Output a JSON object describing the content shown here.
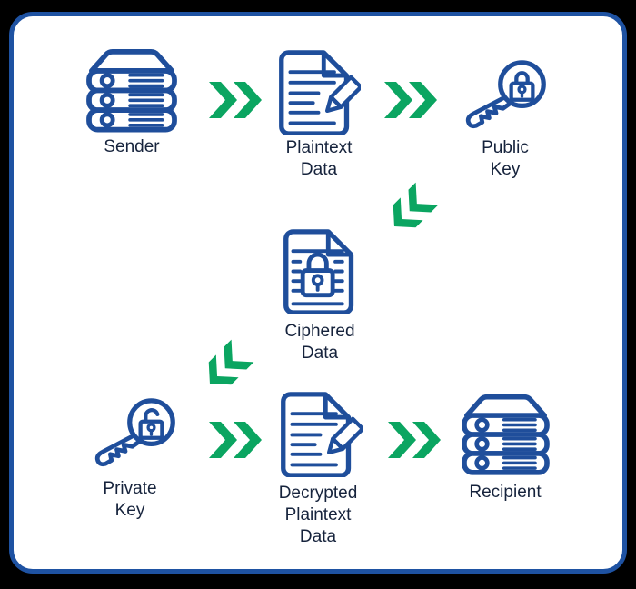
{
  "title": "Asymmetric encryption flow diagram",
  "colors": {
    "background": "#000000",
    "panel": "#ffffff",
    "frame_blue": "#1e52a2",
    "icon_blue": "#1f4e9b",
    "arrow_green": "#0ba561",
    "label_navy": "#16233c"
  },
  "nodes": [
    {
      "id": "sender",
      "icon": "server-stack-icon",
      "lines": [
        "Sender"
      ]
    },
    {
      "id": "plaintext",
      "icon": "document-pencil-icon",
      "lines": [
        "Plaintext",
        "Data"
      ]
    },
    {
      "id": "public-key",
      "icon": "key-locked-icon",
      "lines": [
        "Public",
        "Key"
      ]
    },
    {
      "id": "ciphered",
      "icon": "document-locked-icon",
      "lines": [
        "Ciphered",
        "Data"
      ]
    },
    {
      "id": "private-key",
      "icon": "key-unlocked-icon",
      "lines": [
        "Private",
        "Key"
      ]
    },
    {
      "id": "decrypted",
      "icon": "document-pencil-icon",
      "lines": [
        "Decrypted",
        "Plaintext",
        "Data"
      ]
    },
    {
      "id": "recipient",
      "icon": "server-stack-icon",
      "lines": [
        "Recipient"
      ]
    }
  ],
  "arrows": [
    {
      "from": "sender",
      "to": "plaintext",
      "direction": "right"
    },
    {
      "from": "plaintext",
      "to": "public-key",
      "direction": "right"
    },
    {
      "from": "public-key",
      "to": "ciphered",
      "direction": "down-left"
    },
    {
      "from": "ciphered",
      "to": "private-key",
      "direction": "down-left"
    },
    {
      "from": "private-key",
      "to": "decrypted",
      "direction": "right"
    },
    {
      "from": "decrypted",
      "to": "recipient",
      "direction": "right"
    }
  ]
}
